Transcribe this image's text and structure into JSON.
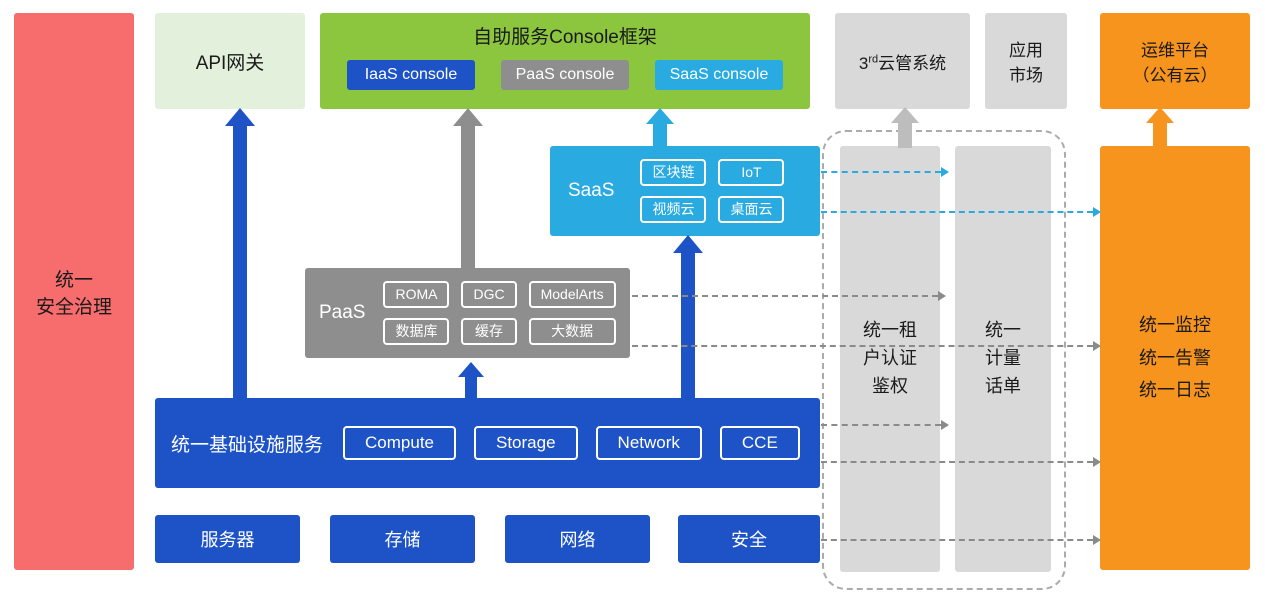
{
  "colors": {
    "red": "#F76C6C",
    "api_green": "#E2F0DC",
    "console_green": "#8CC63F",
    "blue": "#1D53C6",
    "gray": "#8E8E8E",
    "light_gray": "#D9D9D9",
    "cyan": "#29ABE2",
    "orange": "#F7941E"
  },
  "security_bar": {
    "label": "统一\n安全治理"
  },
  "api_gateway": {
    "label": "API网关"
  },
  "console": {
    "title": "自助服务Console框架",
    "buttons": [
      {
        "label": "IaaS console"
      },
      {
        "label": "PaaS console"
      },
      {
        "label": "SaaS console"
      }
    ]
  },
  "third_cloud": {
    "prefix": "3",
    "sup": "rd",
    "suffix": "云管系统"
  },
  "app_market": {
    "label": "应用\n市场"
  },
  "ops_platform": {
    "label": "运维平台\n（公有云）"
  },
  "saas": {
    "label": "SaaS",
    "chips": [
      "区块链",
      "IoT",
      "视频云",
      "桌面云"
    ]
  },
  "paas": {
    "label": "PaaS",
    "chips": [
      "ROMA",
      "DGC",
      "ModelArts",
      "数据库",
      "缓存",
      "大数据"
    ]
  },
  "infra": {
    "label": "统一基础设施服务",
    "chips": [
      "Compute",
      "Storage",
      "Network",
      "CCE"
    ]
  },
  "bottom_row": {
    "items": [
      "服务器",
      "存储",
      "网络",
      "安全"
    ]
  },
  "auth_bar": {
    "label": "统一租\n户认证\n鉴权"
  },
  "billing_bar": {
    "label": "统一\n计量\n话单"
  },
  "monitor_bar": {
    "label": "统一监控\n统一告警\n统一日志"
  }
}
